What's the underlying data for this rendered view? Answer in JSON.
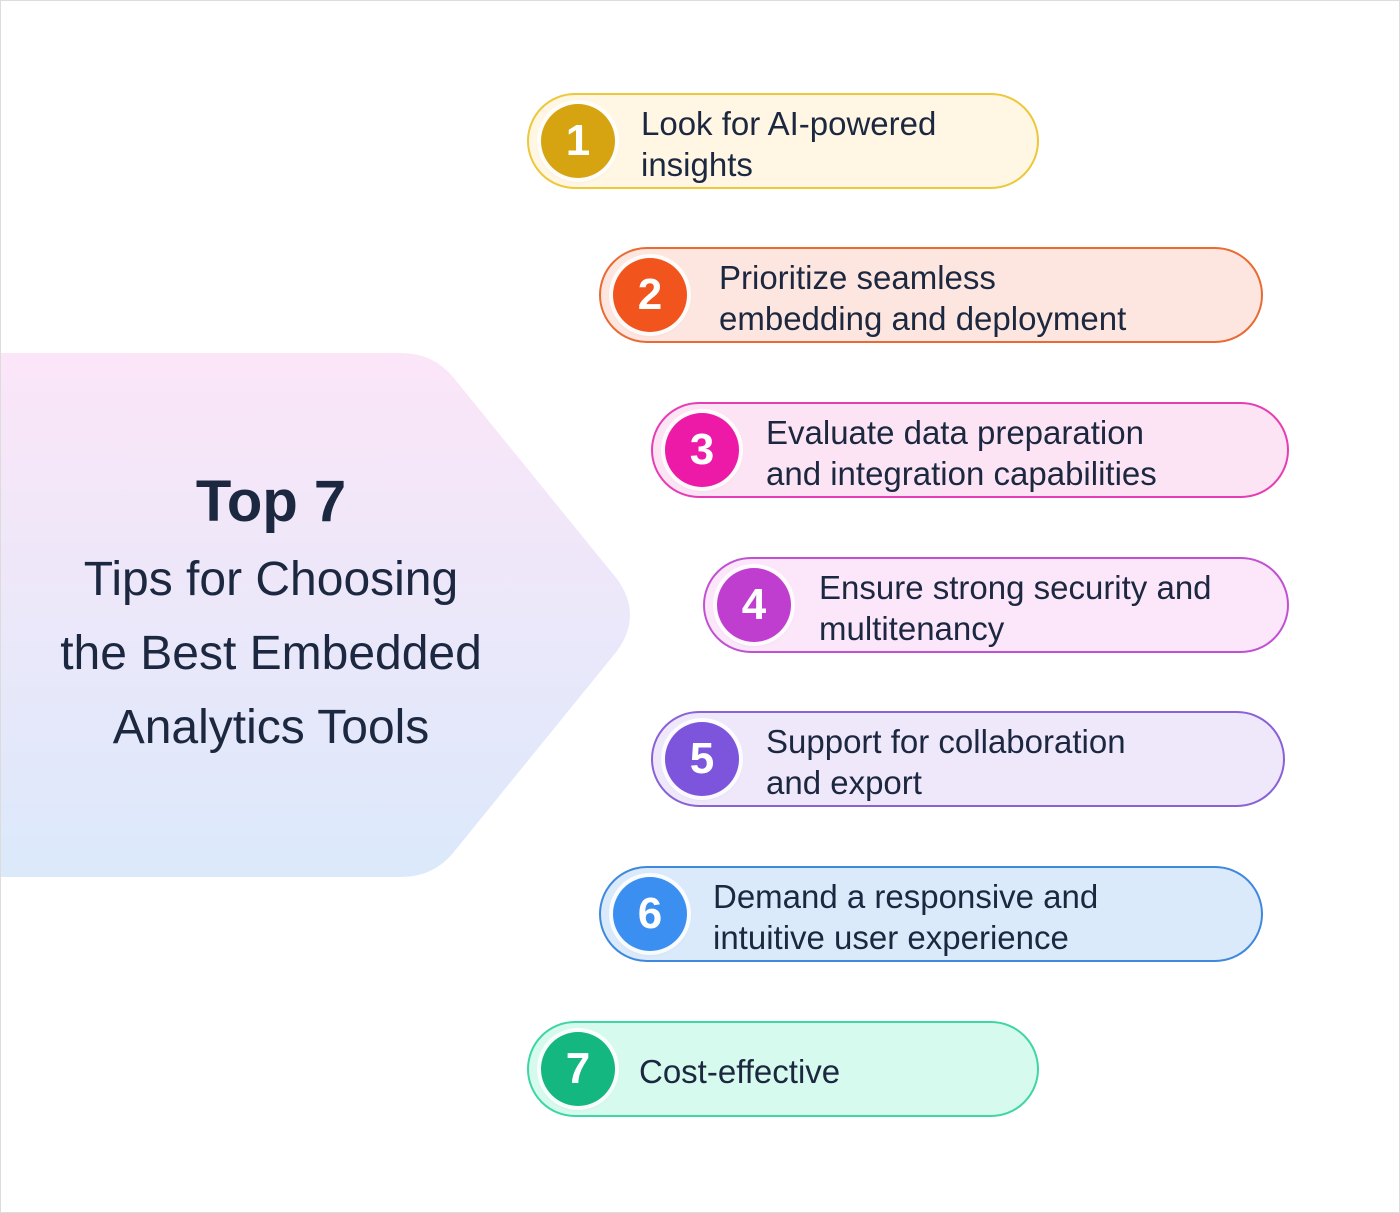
{
  "header": {
    "title": "Top 7",
    "subtitle_lines": [
      "Tips for Choosing",
      "the Best Embedded",
      "Analytics Tools"
    ]
  },
  "colors": {
    "text": "#1c2740",
    "hex_gradient_top": "#fbe6f8",
    "hex_gradient_bottom": "#dbe9fb"
  },
  "tips": [
    {
      "number": "1",
      "line1": "Look for AI-powered",
      "line2": "insights",
      "badge_color": "#d6a411",
      "border_color": "#ecc83a",
      "fill_color": "#fff7e3"
    },
    {
      "number": "2",
      "line1": "Prioritize seamless",
      "line2": "embedding and deployment",
      "badge_color": "#f2541d",
      "border_color": "#ea6a33",
      "fill_color": "#fde6df"
    },
    {
      "number": "3",
      "line1": "Evaluate data preparation",
      "line2": "and integration capabilities",
      "badge_color": "#ec1aa6",
      "border_color": "#e63db4",
      "fill_color": "#fde4f4"
    },
    {
      "number": "4",
      "line1": "Ensure strong security and",
      "line2": "multitenancy",
      "badge_color": "#c03ecf",
      "border_color": "#c052d2",
      "fill_color": "#fbe6fa"
    },
    {
      "number": "5",
      "line1": "Support for collaboration",
      "line2": "and export",
      "badge_color": "#7d55dd",
      "border_color": "#8a62d8",
      "fill_color": "#efe8fb"
    },
    {
      "number": "6",
      "line1": "Demand a responsive and",
      "line2": "intuitive user experience",
      "badge_color": "#3b8ff0",
      "border_color": "#3f88de",
      "fill_color": "#dbeafb"
    },
    {
      "number": "7",
      "line1": "Cost-effective",
      "line2": "",
      "badge_color": "#14b77f",
      "border_color": "#3ed6a2",
      "fill_color": "#d6fbee"
    }
  ]
}
